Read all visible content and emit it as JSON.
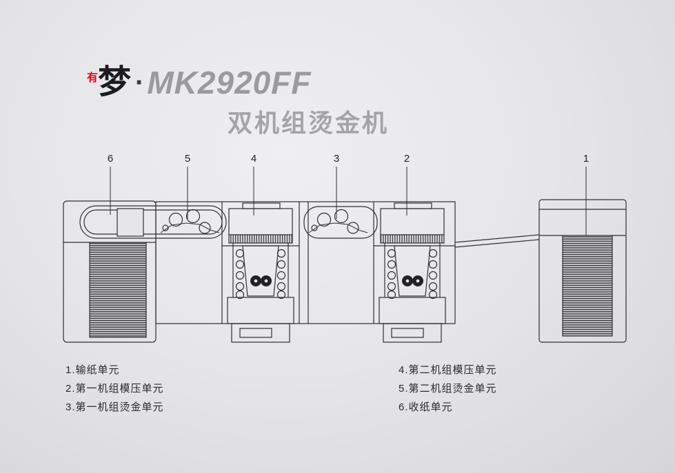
{
  "brand": {
    "prefix_small": "有",
    "prefix_large": "梦",
    "dot": "·",
    "model": "MK2920FF",
    "subtitle": "双机组烫金机"
  },
  "callouts": [
    "6",
    "5",
    "4",
    "3",
    "2",
    "1"
  ],
  "legend": {
    "left": [
      "1.输纸单元",
      "2.第一机组模压单元",
      "3.第一机组烫金单元"
    ],
    "right": [
      "4.第二机组模压单元",
      "5.第二机组烫金单元",
      "6.收纸单元"
    ]
  },
  "colors": {
    "accent_red": "#e60012",
    "brand_gray": "#9b9b9d",
    "line": "#2f2f31",
    "text": "#2a2a2c"
  }
}
